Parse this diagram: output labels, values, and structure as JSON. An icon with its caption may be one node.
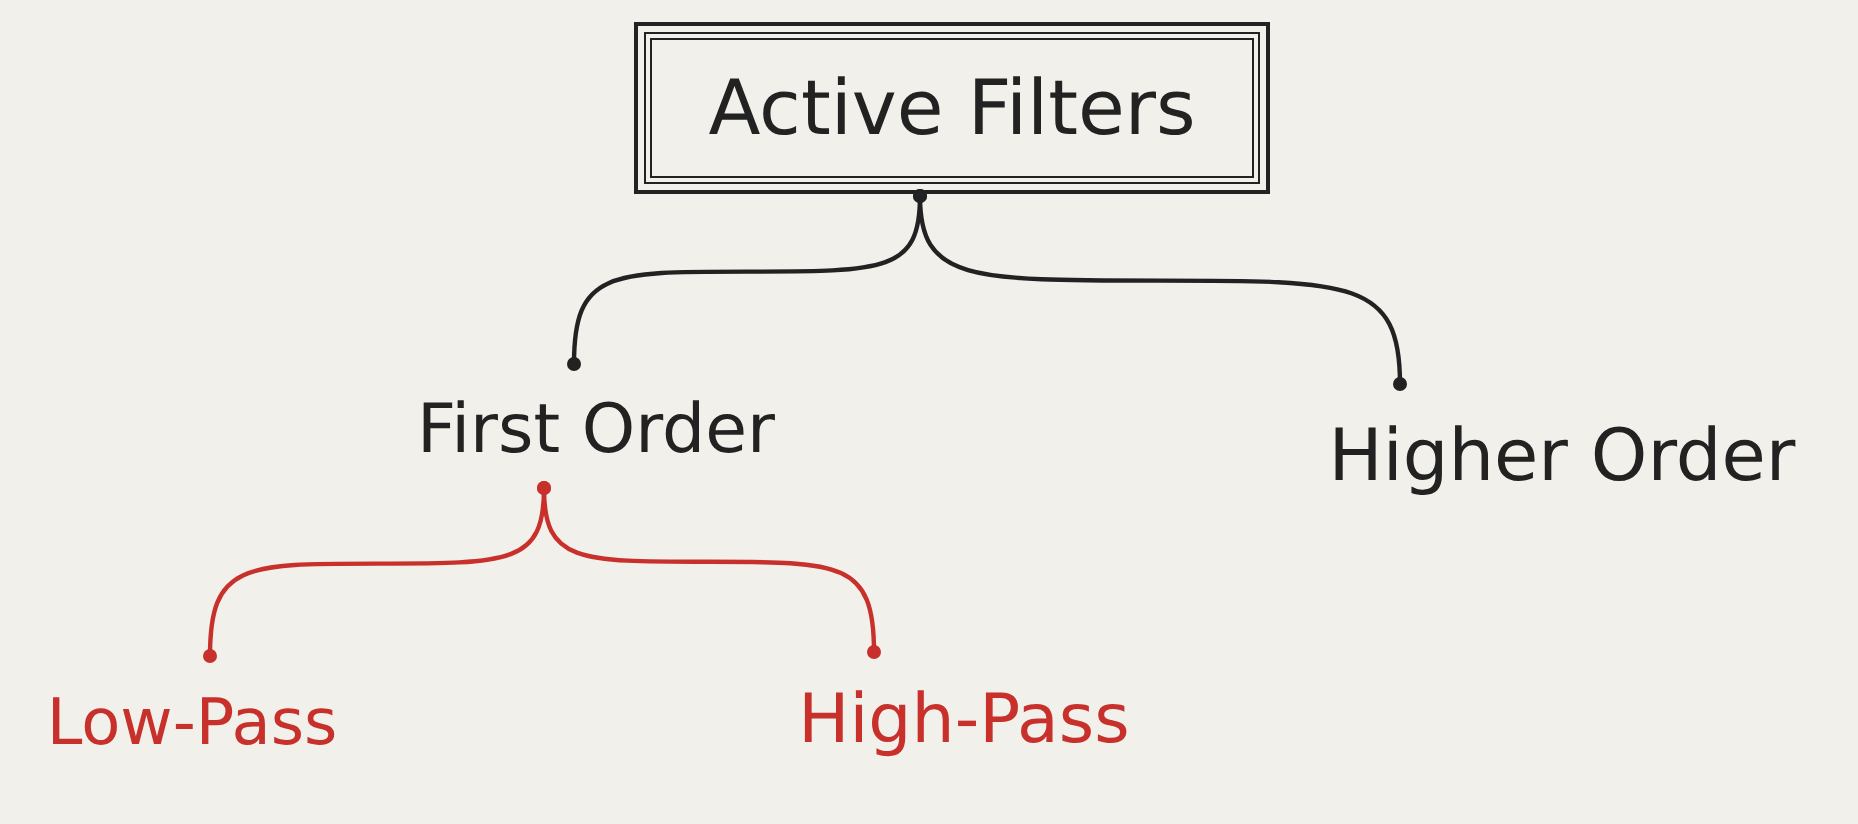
{
  "diagram": {
    "nodes": [
      {
        "text": [
          "Active Filters"
        ]
      },
      {
        "text": [
          "First Order"
        ]
      },
      {
        "text": [
          "Higher Order"
        ]
      },
      {
        "text": [
          "Low-Pass"
        ]
      },
      {
        "text": [
          "High-Pass"
        ]
      }
    ],
    "edges": [
      {
        "from": 0,
        "to": 1,
        "arrow": "other",
        "color": "#222222"
      },
      {
        "from": 0,
        "to": 2,
        "arrow": "other",
        "color": "#222222"
      },
      {
        "from": 1,
        "to": 3,
        "arrow": "other",
        "color": "#c8302c"
      },
      {
        "from": 1,
        "to": 4,
        "arrow": "other",
        "color": "#c8302c"
      }
    ]
  }
}
